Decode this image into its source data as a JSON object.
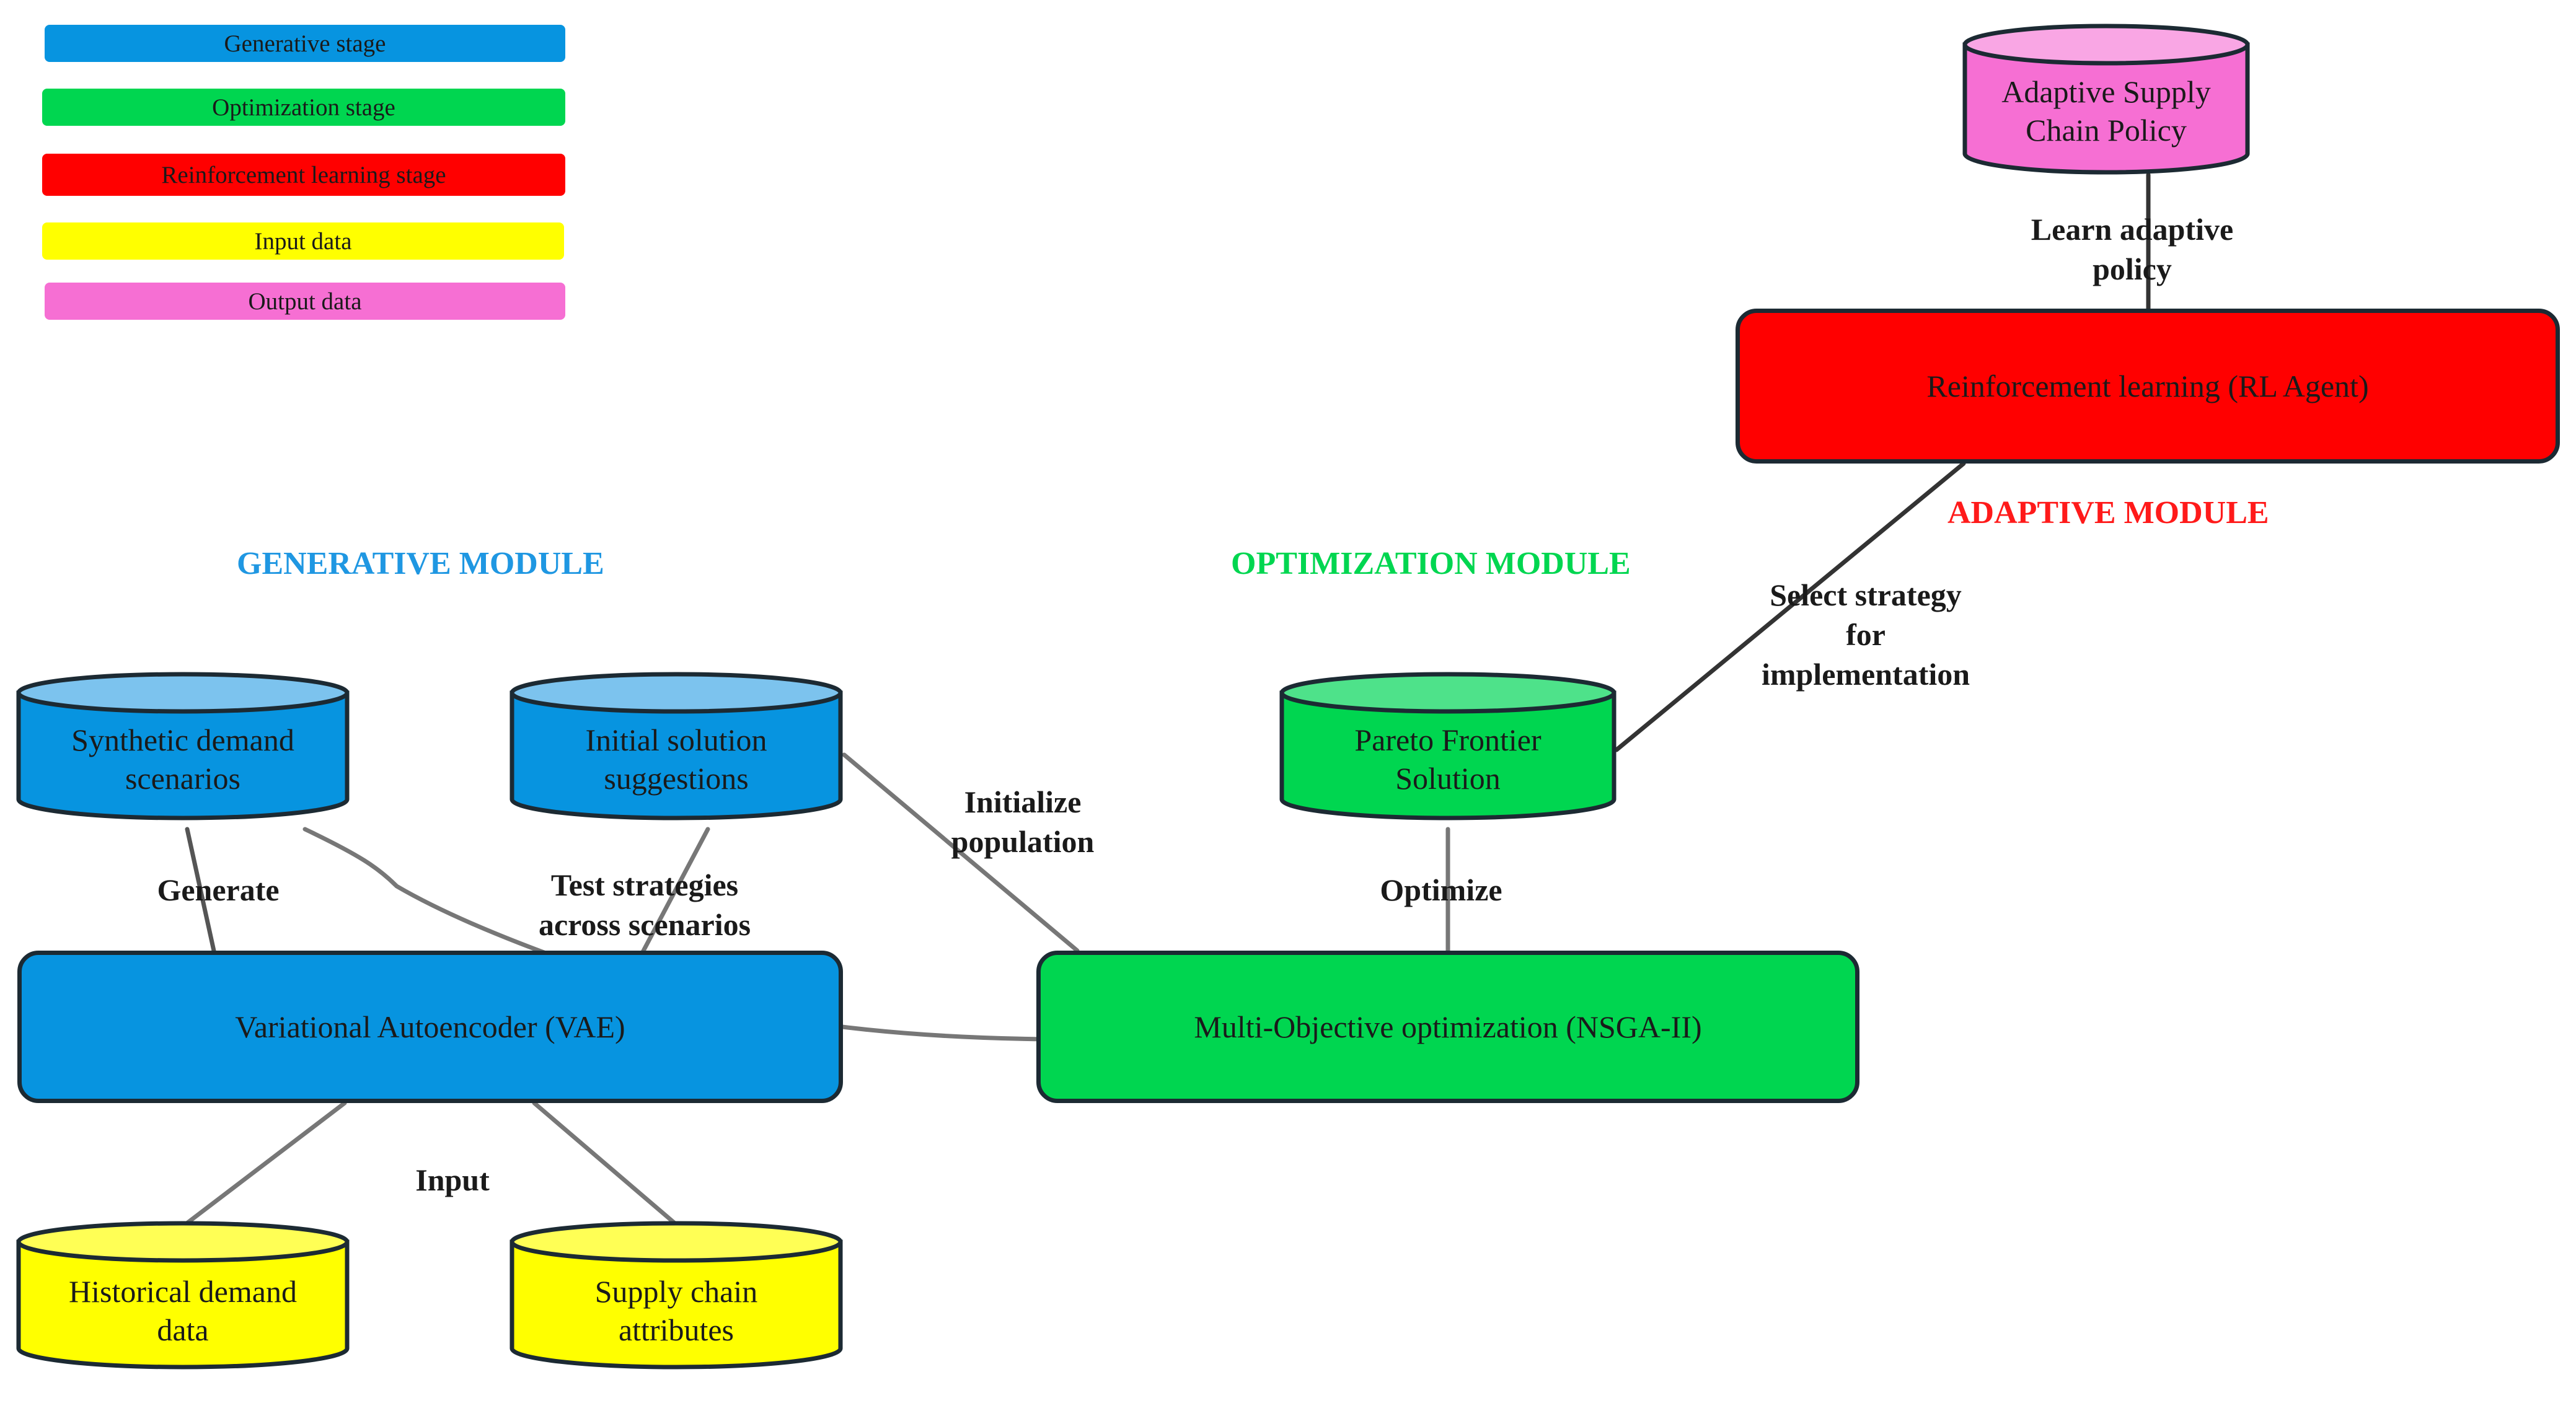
{
  "legend": [
    {
      "label": "Generative stage",
      "color": "#0794e0"
    },
    {
      "label": "Optimization stage",
      "color": "#00d650"
    },
    {
      "label": "Reinforcement learning stage",
      "color": "#ff0000"
    },
    {
      "label": "Input data",
      "color": "#ffff00"
    },
    {
      "label": "Output data",
      "color": "#f66fd3"
    }
  ],
  "modules": {
    "generative": {
      "title": "GENERATIVE MODULE",
      "color": "#1f97e2"
    },
    "optimization": {
      "title": "OPTIMIZATION MODULE",
      "color": "#00d650"
    },
    "adaptive": {
      "title": "ADAPTIVE MODULE",
      "color": "#ff1a1a"
    }
  },
  "nodes": {
    "vae": {
      "label": "Variational Autoencoder (VAE)",
      "color": "#0794e0"
    },
    "nsga": {
      "label": "Multi-Objective optimization (NSGA-II)",
      "color": "#00d650"
    },
    "rl": {
      "label": "Reinforcement learning (RL Agent)",
      "color": "#ff0000"
    },
    "synthetic": {
      "label": "Synthetic demand\nscenarios",
      "color": "#0794e0",
      "top_color": "#7cc3ee"
    },
    "initial": {
      "label": "Initial solution\nsuggestions",
      "color": "#0794e0",
      "top_color": "#7cc3ee"
    },
    "pareto": {
      "label": "Pareto Frontier\nSolution",
      "color": "#00d650",
      "top_color": "#4ee28a"
    },
    "historical": {
      "label": "Historical demand\ndata",
      "color": "#ffff00",
      "top_color": "#ffff55"
    },
    "supply": {
      "label": "Supply chain\nattributes",
      "color": "#ffff00",
      "top_color": "#ffff55"
    },
    "policy": {
      "label": "Adaptive Supply\nChain Policy",
      "color": "#f66fd3",
      "top_color": "#f9a6e4"
    }
  },
  "edge_labels": {
    "generate": "Generate",
    "test": "Test strategies\nacross scenarios",
    "initialize": "Initialize\npopulation",
    "optimize": "Optimize",
    "select": "Select strategy\nfor\nimplementation",
    "learn": "Learn adaptive\npolicy",
    "input": "Input"
  }
}
